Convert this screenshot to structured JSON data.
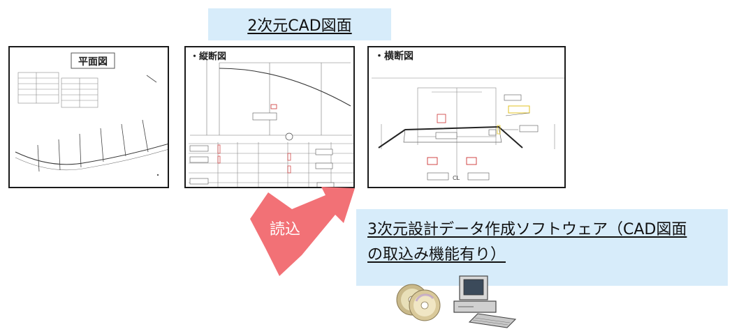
{
  "title": "2次元CAD図面",
  "panels": {
    "plan_label": "平面図",
    "longitudinal_label": "・縦断図",
    "cross_label": "・横断図"
  },
  "arrow_label": "読込",
  "software": {
    "line1": "3次元設計データ作成ソフトウェア（CAD図面",
    "line2": "の取込み機能有り）"
  },
  "icons": [
    "cd-disc-icon",
    "computer-icon"
  ]
}
